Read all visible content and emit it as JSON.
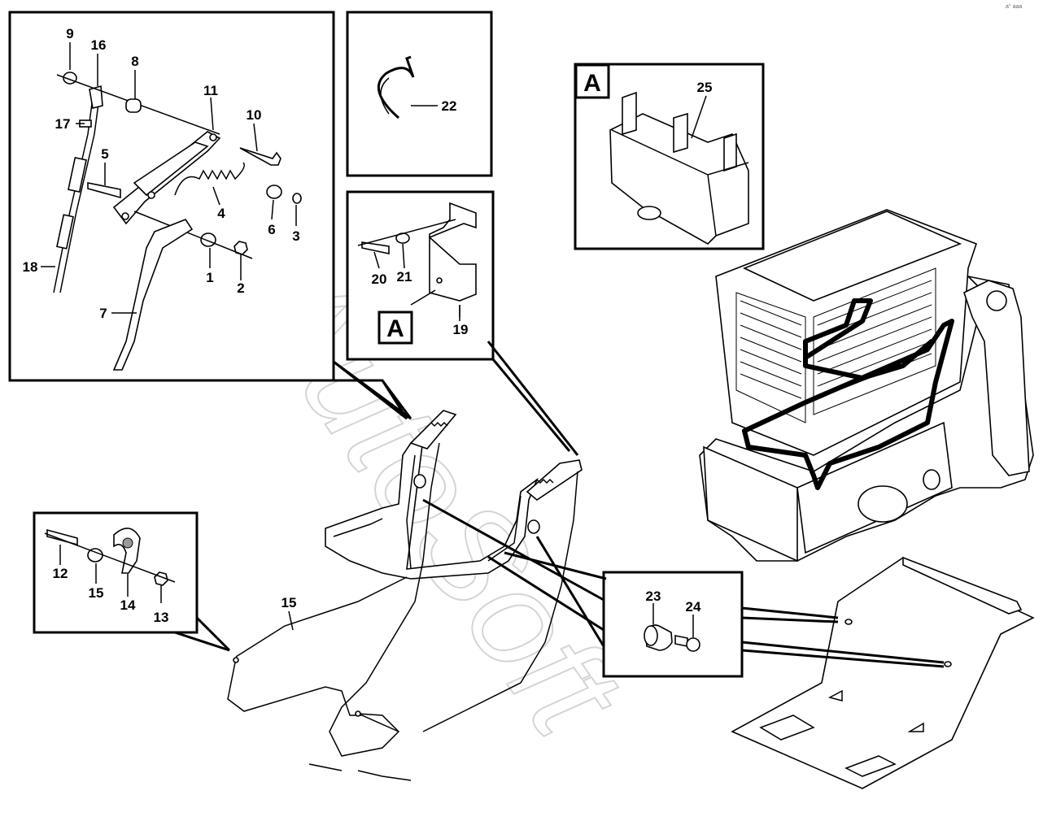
{
  "watermark": "AutoSoft",
  "corner_mark": "a° aaa",
  "callouts": {
    "c1": "1",
    "c2": "2",
    "c3": "3",
    "c4": "4",
    "c5": "5",
    "c6": "6",
    "c7": "7",
    "c8": "8",
    "c9": "9",
    "c10": "10",
    "c11": "11",
    "c12": "12",
    "c13": "13",
    "c14": "14",
    "c15a": "15",
    "c15b": "15",
    "c16": "16",
    "c17": "17",
    "c18": "18",
    "c19": "19",
    "c20": "20",
    "c21": "21",
    "c22": "22",
    "c23": "23",
    "c24": "24",
    "c25": "25"
  },
  "detail_labels": {
    "view_a_inset": "A",
    "view_a_box": "A"
  },
  "icons": [
    "bolt",
    "washer",
    "nut",
    "spring",
    "cable-tie",
    "bracket",
    "switch",
    "plug",
    "clamp",
    "cable"
  ]
}
